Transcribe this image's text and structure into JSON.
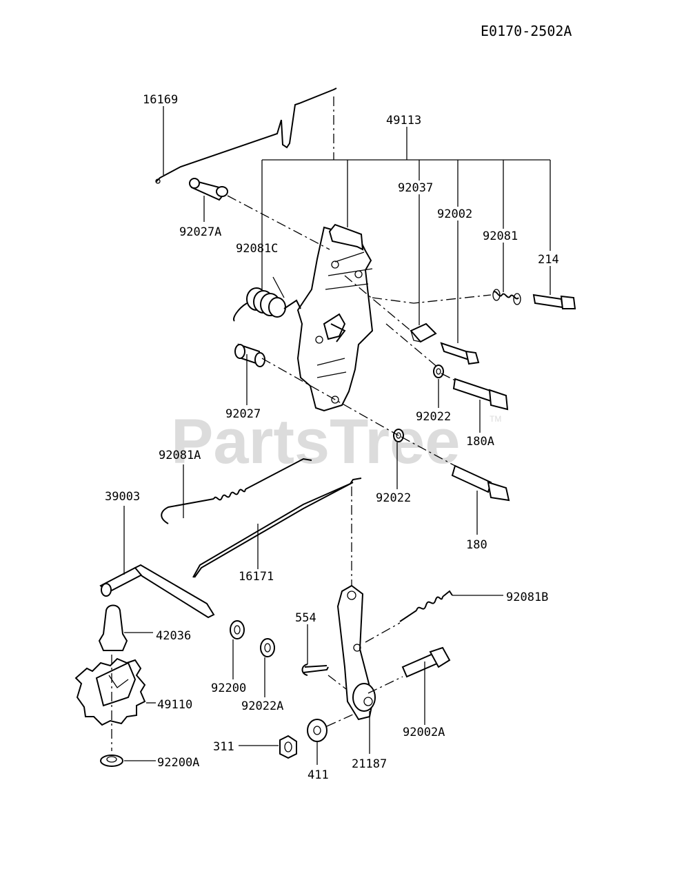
{
  "diagram": {
    "reference": "E0170-2502A",
    "watermark": "PartsTree",
    "watermark_tm": "TM",
    "parts": [
      {
        "id": "16169",
        "label": "16169"
      },
      {
        "id": "49113",
        "label": "49113"
      },
      {
        "id": "92037",
        "label": "92037"
      },
      {
        "id": "92002",
        "label": "92002"
      },
      {
        "id": "92081",
        "label": "92081"
      },
      {
        "id": "214",
        "label": "214"
      },
      {
        "id": "92027A",
        "label": "92027A"
      },
      {
        "id": "92081C",
        "label": "92081C"
      },
      {
        "id": "92027",
        "label": "92027"
      },
      {
        "id": "92022-upper",
        "label": "92022"
      },
      {
        "id": "180A",
        "label": "180A"
      },
      {
        "id": "92081A",
        "label": "92081A"
      },
      {
        "id": "92022-lower",
        "label": "92022"
      },
      {
        "id": "39003",
        "label": "39003"
      },
      {
        "id": "180",
        "label": "180"
      },
      {
        "id": "16171",
        "label": "16171"
      },
      {
        "id": "92081B",
        "label": "92081B"
      },
      {
        "id": "554",
        "label": "554"
      },
      {
        "id": "42036",
        "label": "42036"
      },
      {
        "id": "92200",
        "label": "92200"
      },
      {
        "id": "92022A",
        "label": "92022A"
      },
      {
        "id": "49110",
        "label": "49110"
      },
      {
        "id": "92002A",
        "label": "92002A"
      },
      {
        "id": "311",
        "label": "311"
      },
      {
        "id": "411",
        "label": "411"
      },
      {
        "id": "21187",
        "label": "21187"
      },
      {
        "id": "92200A",
        "label": "92200A"
      }
    ]
  }
}
